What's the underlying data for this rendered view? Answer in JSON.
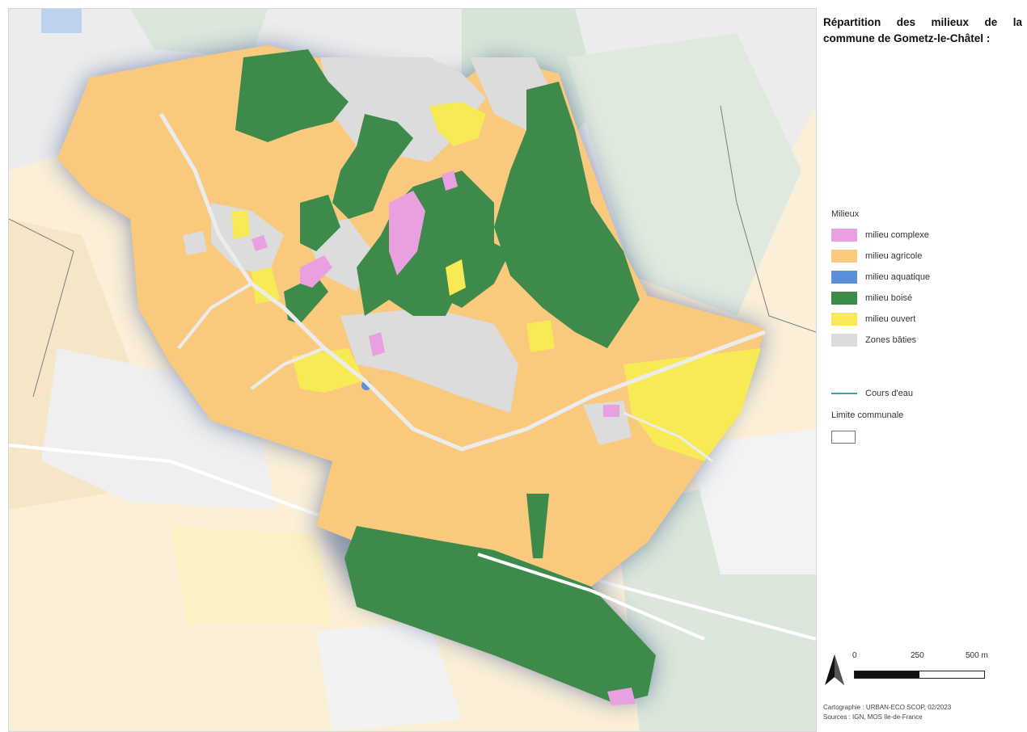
{
  "title": "Répartition des milieux de la commune de Gometz-le-Châtel :",
  "legend": {
    "heading": "Milieux",
    "items": [
      {
        "label": "milieu complexe",
        "color": "#e8a0e0"
      },
      {
        "label": "milieu agricole",
        "color": "#f9c97e"
      },
      {
        "label": "milieu aquatique",
        "color": "#5b8fd8"
      },
      {
        "label": "milieu boisé",
        "color": "#3e8a4a"
      },
      {
        "label": "milieu ouvert",
        "color": "#f7ea55"
      },
      {
        "label": "Zones bâties",
        "color": "#dcdcdc"
      }
    ],
    "watercourse": {
      "label": "Cours d'eau",
      "color": "#3aa5b8"
    },
    "boundary_label": "Limite communale"
  },
  "scale": {
    "labels": [
      "0",
      "250",
      "500 m"
    ]
  },
  "credits": {
    "line1": "Cartographie : URBAN-ECO SCOP, 02/2023",
    "line2": "Sources : IGN, MOS Ile-de-France"
  },
  "icons": {
    "north": "north-arrow-icon"
  }
}
